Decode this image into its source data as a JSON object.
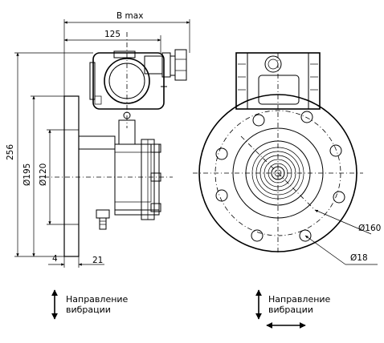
{
  "dimensions": {
    "b_max": "B max",
    "width_125": "125",
    "height_256": "256",
    "diam_195": "Ø195",
    "diam_120": "Ø120",
    "thickness_4": "4",
    "thickness_21": "21",
    "bolt_circle": "Ø160",
    "hole_diam": "Ø18"
  },
  "captions": {
    "side_view": [
      "Направление",
      "вибрации"
    ],
    "front_view": [
      "Направление",
      "вибрации"
    ]
  },
  "icons": {
    "vertical_arrow": "double-headed-vertical-arrow-icon",
    "horizontal_arrow": "double-headed-horizontal-arrow-icon"
  }
}
